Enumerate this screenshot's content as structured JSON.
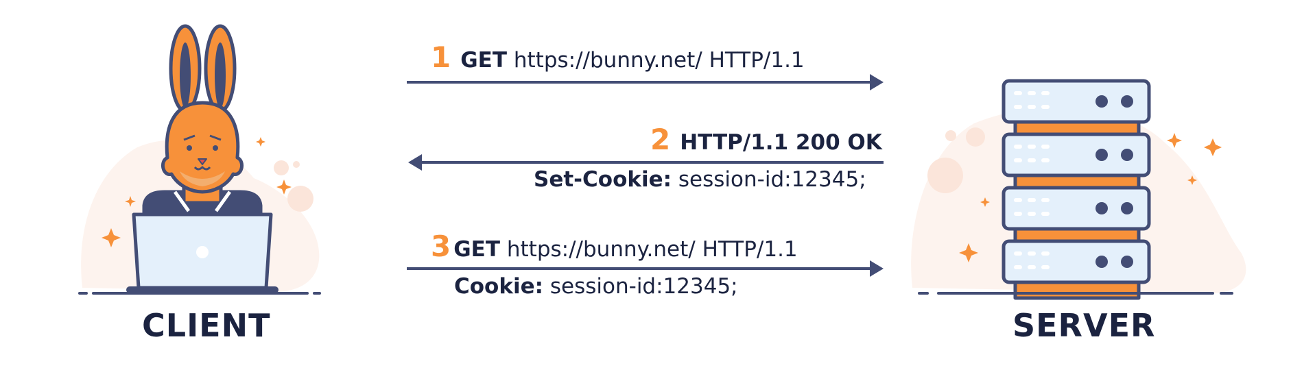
{
  "client": {
    "title": "CLIENT"
  },
  "server": {
    "title": "SERVER"
  },
  "steps": [
    {
      "number": "1",
      "method": "GET",
      "rest": "https://bunny.net/ HTTP/1.1",
      "direction": "client-to-server"
    },
    {
      "number": "2",
      "status": "HTTP/1.1 200 OK",
      "header_name": "Set-Cookie:",
      "header_value": "session-id:12345;",
      "direction": "server-to-client"
    },
    {
      "number": "3",
      "method": "GET",
      "rest": "https://bunny.net/ HTTP/1.1",
      "header_name": "Cookie:",
      "header_value": "session-id:12345;",
      "direction": "client-to-server"
    }
  ],
  "colors": {
    "ink": "#1b2340",
    "accent": "#f7913a",
    "panel": "#e4f0fb",
    "arrow": "#434d75"
  },
  "icons": {
    "client": "bunny-with-laptop-icon",
    "server": "server-rack-icon"
  }
}
